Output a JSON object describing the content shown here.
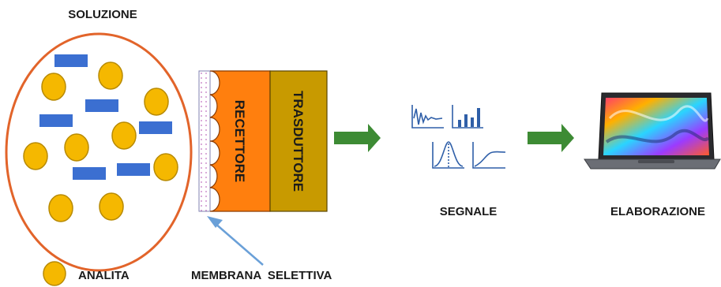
{
  "labels": {
    "solution": "SOLUZIONE",
    "receptor": "RECETTORE",
    "transducer": "TRASDUTTORE",
    "signal": "SEGNALE",
    "processing": "ELABORAZIONE",
    "analyte": "ANALITA",
    "membrane": "MEMBRANA  SELETTIVA"
  },
  "colors": {
    "solution_border": "#e2642a",
    "analyte_fill": "#f5b800",
    "analyte_stroke": "#b88a00",
    "interferent_fill": "#3b6fd1",
    "receptor_fill": "#ff7f0e",
    "transducer_fill": "#c89a00",
    "membrane_stroke": "#8080b0",
    "membrane_dots": "#c070c0",
    "flow_arrow": "#3d8b34",
    "pointer_arrow": "#6aa0d8",
    "signal_line": "#2f5fa8"
  },
  "icons": {
    "signal_panels": [
      "damped-oscillation-icon",
      "bar-chart-icon",
      "gaussian-peak-icon",
      "saturation-curve-icon"
    ],
    "computer": "laptop-icon"
  }
}
